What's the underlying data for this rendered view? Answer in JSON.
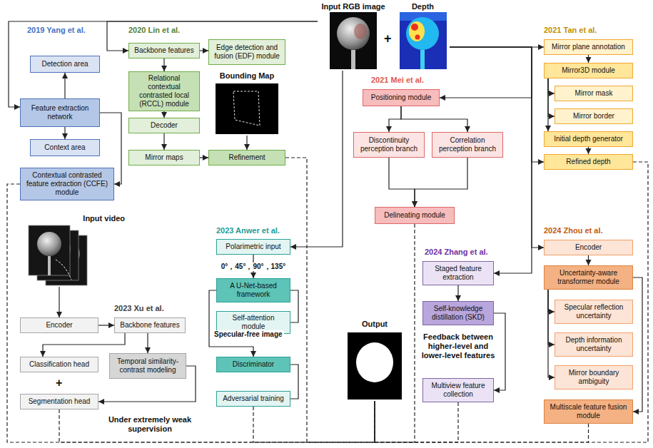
{
  "diagram": {
    "nodes": [
      {
        "text": [
          "Input RGB image"
        ]
      },
      {
        "text": [
          "Depth"
        ]
      },
      {
        "text": [
          "Detection area"
        ]
      },
      {
        "text": [
          "Feature extraction network"
        ]
      },
      {
        "text": [
          "Context area"
        ]
      },
      {
        "text": [
          "Contextual contrasted feature extraction (CCFE) module"
        ]
      },
      {
        "text": [
          "Backbone features"
        ]
      },
      {
        "text": [
          "Edge detection and fusion (EDF) module"
        ]
      },
      {
        "text": [
          "Bounding Map"
        ]
      },
      {
        "text": [
          "Relational contextual contrasted local (RCCL) module"
        ]
      },
      {
        "text": [
          "Decoder"
        ]
      },
      {
        "text": [
          "Mirror maps"
        ]
      },
      {
        "text": [
          "Refinement"
        ]
      },
      {
        "text": [
          "Mirror plane annotation"
        ]
      },
      {
        "text": [
          "Mirror3D module"
        ]
      },
      {
        "text": [
          "Mirror mask"
        ]
      },
      {
        "text": [
          "Mirror border"
        ]
      },
      {
        "text": [
          "Initial depth generator"
        ]
      },
      {
        "text": [
          "Refined depth"
        ]
      },
      {
        "text": [
          "Positioning module"
        ]
      },
      {
        "text": [
          "Discontinuity perception branch"
        ]
      },
      {
        "text": [
          "Correlation perception branch"
        ]
      },
      {
        "text": [
          "Delineating module"
        ]
      },
      {
        "text": [
          "Input video"
        ]
      },
      {
        "text": [
          "Encoder"
        ]
      },
      {
        "text": [
          "Backbone features"
        ]
      },
      {
        "text": [
          "Classification head"
        ]
      },
      {
        "text": [
          "Temporal similarity-contrast modeling"
        ]
      },
      {
        "text": [
          "Segmentation head"
        ]
      },
      {
        "text": [
          "Polarimetric input"
        ]
      },
      {
        "text": [
          "A U-Net-based framework"
        ]
      },
      {
        "text": [
          "Self-attention module"
        ]
      },
      {
        "text": [
          "Discriminator"
        ]
      },
      {
        "text": [
          "Adversarial training"
        ]
      },
      {
        "text": [
          "Staged feature extraction"
        ]
      },
      {
        "text": [
          "Self-knowledge distillation (SKD)"
        ]
      },
      {
        "text": [
          "Multiview feature collection"
        ]
      },
      {
        "text": [
          "Encoder"
        ]
      },
      {
        "text": [
          "Uncertainty-aware transformer module"
        ]
      },
      {
        "text": [
          "Specular reflection uncertainty"
        ]
      },
      {
        "text": [
          "Depth information uncertainty"
        ]
      },
      {
        "text": [
          "Mirror boundary ambiguity"
        ]
      },
      {
        "text": [
          "Multiscale feature fusion module"
        ]
      },
      {
        "text": [
          "Output"
        ]
      }
    ],
    "edges": [
      {
        "from": 0,
        "to": 3,
        "arrow": "to"
      },
      {
        "from": 0,
        "to": 6,
        "arrow": "to"
      },
      {
        "from": 3,
        "to": 2,
        "arrow": "to"
      },
      {
        "from": 3,
        "to": 4,
        "arrow": "to"
      },
      {
        "from": 3,
        "to": 5,
        "arrow": "to"
      },
      {
        "from": 6,
        "to": 7,
        "arrow": "to"
      },
      {
        "from": 6,
        "to": 9,
        "arrow": "to"
      },
      {
        "from": 9,
        "to": 10,
        "arrow": "to"
      },
      {
        "from": 10,
        "to": 11,
        "arrow": "to"
      },
      {
        "from": 11,
        "to": 12,
        "arrow": "to"
      },
      {
        "from": 8,
        "to": 12,
        "arrow": "to"
      },
      {
        "from": 1,
        "to": 13,
        "arrow": "to"
      },
      {
        "from": 13,
        "to": 14,
        "arrow": "to"
      },
      {
        "from": 14,
        "to": 15,
        "arrow": "to"
      },
      {
        "from": 14,
        "to": 16,
        "arrow": "to"
      },
      {
        "from": 14,
        "to": 17,
        "arrow": "to"
      },
      {
        "from": 17,
        "to": 18,
        "arrow": "to"
      },
      {
        "from": 1,
        "to": 18,
        "arrow": "to"
      },
      {
        "from": 1,
        "to": 19,
        "arrow": "to"
      },
      {
        "from": 19,
        "to": 20,
        "arrow": "to"
      },
      {
        "from": 19,
        "to": 21,
        "arrow": "to"
      },
      {
        "from": 20,
        "to": 22,
        "arrow": "to"
      },
      {
        "from": 21,
        "to": 22,
        "arrow": "to"
      },
      {
        "from": 23,
        "to": 24,
        "arrow": "to"
      },
      {
        "from": 24,
        "to": 25,
        "arrow": "to"
      },
      {
        "from": 25,
        "to": 26,
        "arrow": "to"
      },
      {
        "from": 25,
        "to": 27,
        "arrow": "to"
      },
      {
        "from": 27,
        "to": 28,
        "arrow": "to"
      },
      {
        "from": 0,
        "to": 29,
        "arrow": "to"
      },
      {
        "from": 29,
        "to": 30,
        "arrow": "to",
        "label": "0°，45°，90°，135°"
      },
      {
        "from": 30,
        "to": 31,
        "arrow": "none"
      },
      {
        "from": 30,
        "to": 32,
        "arrow": "to",
        "label": "Specular-free image"
      },
      {
        "from": 32,
        "to": 33,
        "arrow": "none"
      },
      {
        "from": 1,
        "to": 34,
        "arrow": "to"
      },
      {
        "from": 34,
        "to": 35,
        "arrow": "to"
      },
      {
        "from": 35,
        "to": 36,
        "arrow": "to"
      },
      {
        "from": 1,
        "to": 37,
        "arrow": "to"
      },
      {
        "from": 37,
        "to": 38,
        "arrow": "to"
      },
      {
        "from": 38,
        "to": 39,
        "arrow": "to"
      },
      {
        "from": 38,
        "to": 40,
        "arrow": "to"
      },
      {
        "from": 38,
        "to": 41,
        "arrow": "to"
      },
      {
        "from": 38,
        "to": 42,
        "arrow": "to"
      },
      {
        "from": 5,
        "to": 43,
        "arrow": "none"
      },
      {
        "from": 12,
        "to": 43,
        "arrow": "none"
      },
      {
        "from": 28,
        "to": 43,
        "arrow": "none"
      },
      {
        "from": 33,
        "to": 43,
        "arrow": "none"
      },
      {
        "from": 22,
        "to": 43,
        "arrow": "none"
      },
      {
        "from": 36,
        "to": 43,
        "arrow": "none"
      },
      {
        "from": 42,
        "to": 43,
        "arrow": "none"
      },
      {
        "from": 18,
        "to": 43,
        "arrow": "none"
      }
    ],
    "labels": [
      "2019 Yang et al.",
      "2020 Lin et al.",
      "+",
      "2021 Tan et al.",
      "2021 Mei et al.",
      "2023 Xu et al.",
      "+",
      "Under extremely weak supervision",
      "2023 Anwer et al.",
      "2024 Zhang et al.",
      "Feedback between higher-level and lower-level features",
      "2024 Zhou et al."
    ]
  }
}
